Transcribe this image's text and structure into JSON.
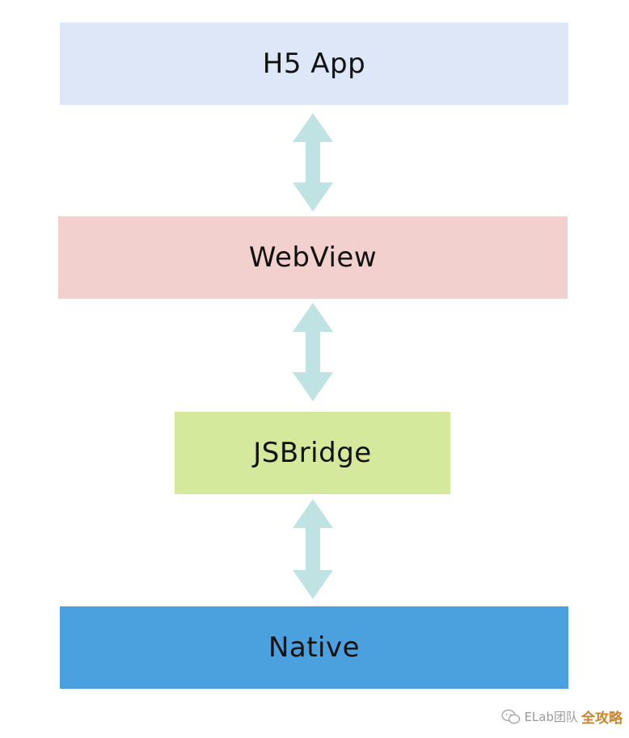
{
  "layers": {
    "h5_app": "H5 App",
    "webview": "WebView",
    "jsbridge": "JSBridge",
    "native": "Native"
  },
  "colors": {
    "h5_app": "#dde7f7",
    "webview": "#f2d0cd",
    "jsbridge": "#d5e99d",
    "native": "#4ba1de",
    "arrow": "#bfe3e3"
  },
  "watermark": {
    "icon": "wechat-icon",
    "account": "ELab团队",
    "overlay": "全攻略"
  }
}
